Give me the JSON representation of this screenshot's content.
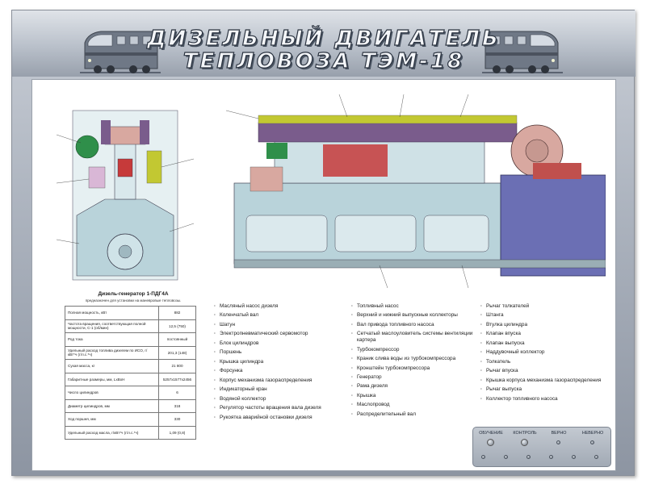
{
  "header": {
    "title_line1": "ДИЗЕЛЬНЫЙ ДВИГАТЕЛЬ",
    "title_line2": "ТЕПЛОВОЗА ТЭМ-18"
  },
  "spec": {
    "title": "Дизель-генератор 1-ПДГ4А",
    "subtitle": "предназначен для установки на маневровые тепловозы.",
    "rows": [
      {
        "param": "Полная мощность, кВт",
        "value": "882"
      },
      {
        "param": "Частота вращения, соответствующая полной мощности, С-1 (об/мин)",
        "value": "12,5 (750)"
      },
      {
        "param": "Род тока",
        "value": "постоянный"
      },
      {
        "param": "Удельный расход топлива дизелем по ИСО, г/кВт*ч (г/л.с.*ч)",
        "value": "201,3 (148)"
      },
      {
        "param": "Сухая масса, кг",
        "value": "21 800"
      },
      {
        "param": "Габаритные размеры, мм, LxBxH",
        "value": "5257x1577x2456"
      },
      {
        "param": "Число цилиндров",
        "value": "6"
      },
      {
        "param": "Диаметр цилиндров, мм",
        "value": "318"
      },
      {
        "param": "Ход поршня, мм",
        "value": "330"
      },
      {
        "param": "Удельный расход масла, г/кВт*ч (г/л.с.*ч)",
        "value": "1,09 (0,8)"
      }
    ]
  },
  "legend": {
    "col1": [
      "Масляный насос дизеля",
      "Коленчатый вал",
      "Шатун",
      "Электропневматический сервомотор",
      "Блок цилиндров",
      "Поршень",
      "Крышка цилиндра",
      "Форсунка",
      "Корпус механизма газораспределения",
      "Индикаторный кран",
      "Водяной коллектор",
      "Регулятор частоты вращения вала дизеля",
      "Рукоятка аварийной остановки дизеля"
    ],
    "col2": [
      "Топливный насос",
      "Верхний и нижний выпускные коллекторы",
      "Вал привода топливного насоса",
      "Сетчатый маслоуловитель системы вентиляции картера",
      "Турбокомпрессор",
      "Краник слива воды из турбокомпрессора",
      "Кронштейн турбокомпрессора",
      "Генератор",
      "Рама дизеля",
      "Крышка",
      "Маслопровод",
      "Распределительный вал"
    ],
    "col3": [
      "Рычаг толкателей",
      "Штанга",
      "Втулка цилиндра",
      "Клапан впуска",
      "Клапан выпуска",
      "Наддувочный коллектор",
      "Толкатель",
      "Рычаг впуска",
      "Крышка корпуса механизма газораспределения",
      "Рычаг выпуска",
      "Коллектор топливного насоса"
    ]
  },
  "test_panel": {
    "labels": [
      "ОБУЧЕНИЕ",
      "КОНТРОЛЬ",
      "ВЕРНО",
      "НЕВЕРНО"
    ]
  },
  "colors": {
    "frame": "#aeb5c0",
    "engine_steel": "#b9d3da",
    "generator": "#6b6fb4",
    "turbo": "#d8a8a0",
    "manifold": "#7a5c8c",
    "fuel": "#c2c832",
    "green_part": "#2f8f4a",
    "red_part": "#c63a3a"
  },
  "icons": [
    "locomotive-icon"
  ]
}
